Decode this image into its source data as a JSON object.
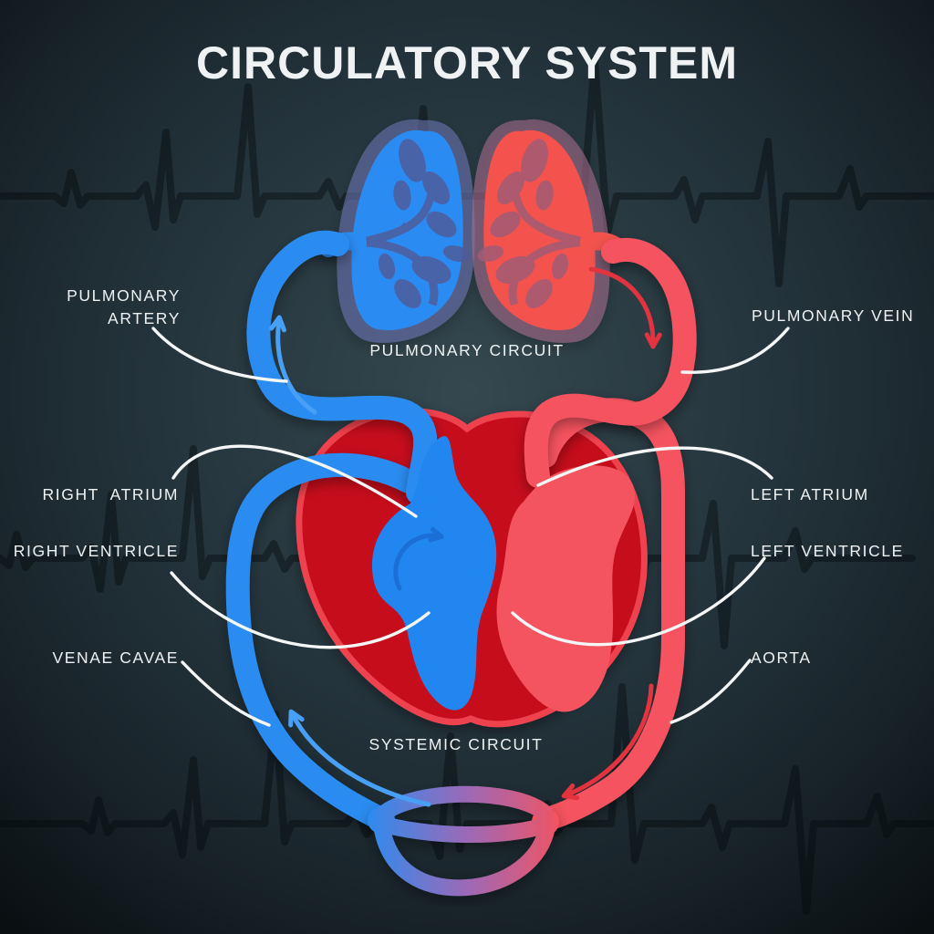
{
  "title": "CIRCULATORY SYSTEM",
  "labels": {
    "pulmonary_artery": "PULMONARY ARTERY",
    "pulmonary_vein": "PULMONARY VEIN",
    "pulmonary_circuit": "PULMONARY CIRCUIT",
    "right_atrium": "RIGHT  ATRIUM",
    "left_atrium": "LEFT ATRIUM",
    "right_ventricle": "RIGHT VENTRICLE",
    "left_ventricle": "LEFT VENTRICLE",
    "venae_cavae": "VENAE CAVAE",
    "aorta": "AORTA",
    "systemic_circuit": "SYSTEMIC CIRCUIT"
  },
  "colors": {
    "background_center": "#35484f",
    "background_mid": "#24343c",
    "background_edge": "#0a0f12",
    "vessel_blue": "#2b8cf0",
    "vessel_red": "#f4535f",
    "arrow_blue": "#47a0f5",
    "arrow_red": "#e2333f",
    "chamber_arrow_blue": "#1b6fd6",
    "heart_dark_red": "#c60f1d",
    "heart_rim": "#ef4250",
    "chamber_blue": "#2186ef",
    "chamber_light_red": "#f4545f",
    "lung_blue": "#2b8cf2",
    "lung_red": "#f4534e",
    "halo_blue": "#7076b8",
    "halo_red": "#aa7090",
    "branch_blue": "#4f5c9c",
    "branch_red": "#a25c74",
    "pointer_white": "#f5f7f7",
    "text": "#eef2f3"
  }
}
